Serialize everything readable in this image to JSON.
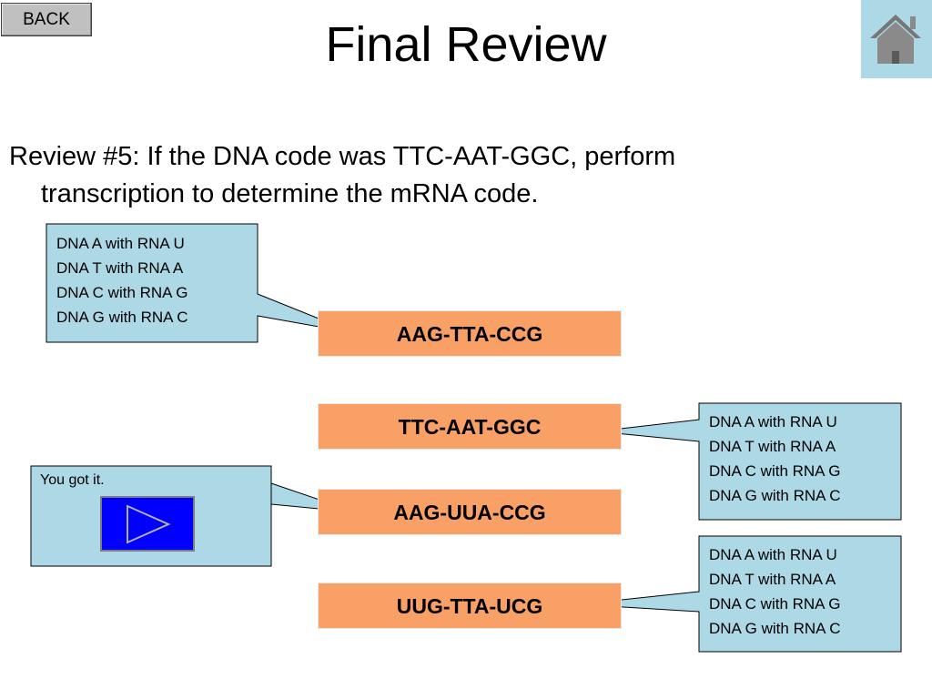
{
  "header": {
    "back_label": "BACK",
    "title": "Final Review",
    "home_icon": "home-icon"
  },
  "question": {
    "line1": "Review #5: If the DNA code was TTC-AAT-GGC, perform",
    "line2": "transcription to determine the mRNA code."
  },
  "answers": [
    "AAG-TTA-CCG",
    "TTC-AAT-GGC",
    "AAG-UUA-CCG",
    "UUG-TTA-UCG"
  ],
  "hint_lines": [
    "DNA A with RNA U",
    "DNA T with RNA A",
    "DNA C with RNA G",
    "DNA G with RNA C"
  ],
  "feedback": {
    "correct_text": "You got it.",
    "play_icon": "play-triangle-icon"
  },
  "colors": {
    "answer_fill": "#f9a066",
    "callout_fill": "#add8e6",
    "play_button": "#0000ff"
  }
}
